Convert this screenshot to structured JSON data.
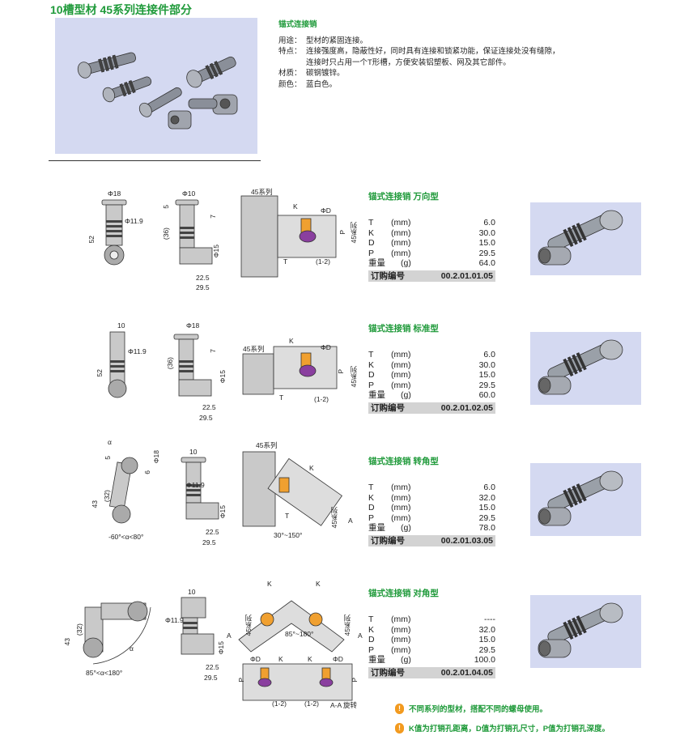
{
  "header": {
    "title": "10槽型材  45系列连接件部分"
  },
  "intro": {
    "heading": "锚式连接销",
    "lines": [
      {
        "key": "用途：",
        "text": "型材的紧固连接。"
      },
      {
        "key": "特点：",
        "text": "连接强度高，隐蔽性好，同时具有连接和锁紧功能，保证连接处没有缝隙，"
      },
      {
        "key": "",
        "text": "连接时只占用一个T形槽，方便安装铝塑板、网及其它部件。"
      },
      {
        "key": "材质：",
        "text": "碳钢镀锌。"
      },
      {
        "key": "颜色：",
        "text": "蓝白色。"
      }
    ]
  },
  "spec_labels": {
    "params": [
      "T",
      "K",
      "D",
      "P",
      "重量"
    ],
    "units": [
      "(mm)",
      "(mm)",
      "(mm)",
      "(mm)",
      "(g)"
    ],
    "order": "订购编号"
  },
  "rows": [
    {
      "title": "锚式连接销  万向型",
      "values": [
        "6.0",
        "30.0",
        "15.0",
        "29.5",
        "64.0"
      ],
      "order_no": "00.2.01.01.05",
      "labels": [
        "Φ18",
        "Φ11.9",
        "52",
        "Φ10",
        "5",
        "7",
        "(36)",
        "Φ15",
        "22.5",
        "29.5",
        "45系列",
        "K",
        "ΦD",
        "P",
        "45系列",
        "T",
        "(1-2)"
      ]
    },
    {
      "title": "锚式连接销  标准型",
      "values": [
        "6.0",
        "30.0",
        "15.0",
        "29.5",
        "60.0"
      ],
      "order_no": "00.2.01.02.05",
      "labels": [
        "10",
        "Φ11.9",
        "52",
        "Φ18",
        "7",
        "(36)",
        "Φ15",
        "22.5",
        "29.5",
        "45系列",
        "K",
        "ΦD",
        "P",
        "45系列",
        "T",
        "(1-2)"
      ]
    },
    {
      "title": "锚式连接销  转角型",
      "values": [
        "6.0",
        "32.0",
        "15.0",
        "29.5",
        "78.0"
      ],
      "order_no": "00.2.01.03.05",
      "labels": [
        "α",
        "5",
        "Φ18",
        "6",
        "43",
        "(32)",
        "-60°<α<80°",
        "10",
        "Φ11.9",
        "Φ15",
        "22.5",
        "29.5",
        "45系列",
        "K",
        "T",
        "30°~150°",
        "45系列",
        "A"
      ]
    },
    {
      "title": "锚式连接销  对角型",
      "values": [
        "----",
        "32.0",
        "15.0",
        "29.5",
        "100.0"
      ],
      "order_no": "00.2.01.04.05",
      "labels": [
        "43",
        "(32)",
        "α",
        "85°<α<180°",
        "10",
        "Φ11.9",
        "Φ15",
        "22.5",
        "29.5",
        "K",
        "K",
        "45系列",
        "45系列",
        "85°~180°",
        "A",
        "A",
        "ΦD",
        "K",
        "K",
        "ΦD",
        "P",
        "P",
        "(1-2)",
        "(1-2)",
        "A-A 旋转"
      ]
    }
  ],
  "notes": [
    "不同系列的型材，搭配不同的螺母使用。",
    "K值为打销孔距离，D值为打销孔尺寸，P值为打销孔深度。"
  ],
  "colors": {
    "accent": "#1f9a3a",
    "photo_bg": "#d4d9f1",
    "warn": "#f29a1f"
  }
}
